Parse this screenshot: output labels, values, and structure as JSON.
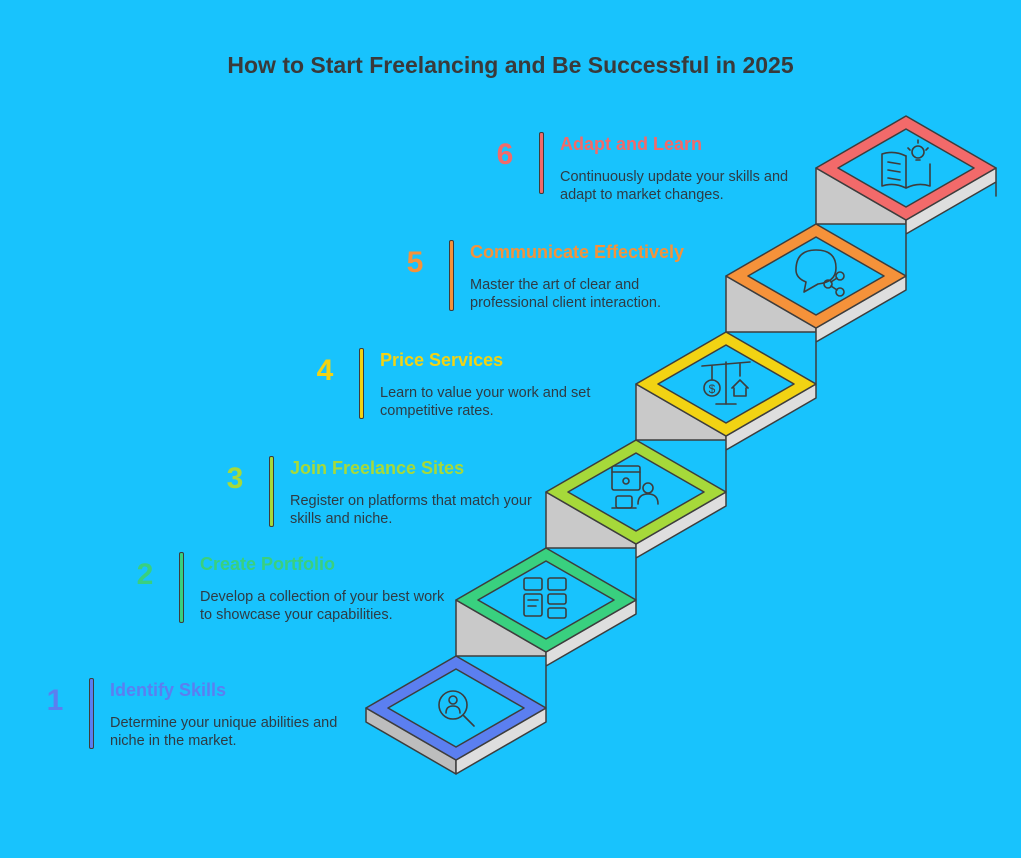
{
  "title": "How to Start Freelancing and Be Successful in 2025",
  "steps": [
    {
      "number": "1",
      "heading": "Identify Skills",
      "description": "Determine your unique abilities and niche in the market.",
      "color": "#5b7ff0",
      "icon": "skill-search-icon"
    },
    {
      "number": "2",
      "heading": "Create Portfolio",
      "description": "Develop a collection of your best work to showcase your capabilities.",
      "color": "#39d07f",
      "icon": "portfolio-grid-icon"
    },
    {
      "number": "3",
      "heading": "Join Freelance Sites",
      "description": "Register on platforms that match your skills and niche.",
      "color": "#a6d93a",
      "icon": "freelance-profile-icon"
    },
    {
      "number": "4",
      "heading": "Price Services",
      "description": "Learn to value your work and set competitive rates.",
      "color": "#f2d313",
      "icon": "price-scale-icon"
    },
    {
      "number": "5",
      "heading": "Communicate Effectively",
      "description": "Master the art of clear and professional client interaction.",
      "color": "#f5923a",
      "icon": "chat-share-icon"
    },
    {
      "number": "6",
      "heading": "Adapt and Learn",
      "description": "Continuously update your skills and adapt to market changes.",
      "color": "#f26a6a",
      "icon": "book-idea-icon"
    }
  ]
}
